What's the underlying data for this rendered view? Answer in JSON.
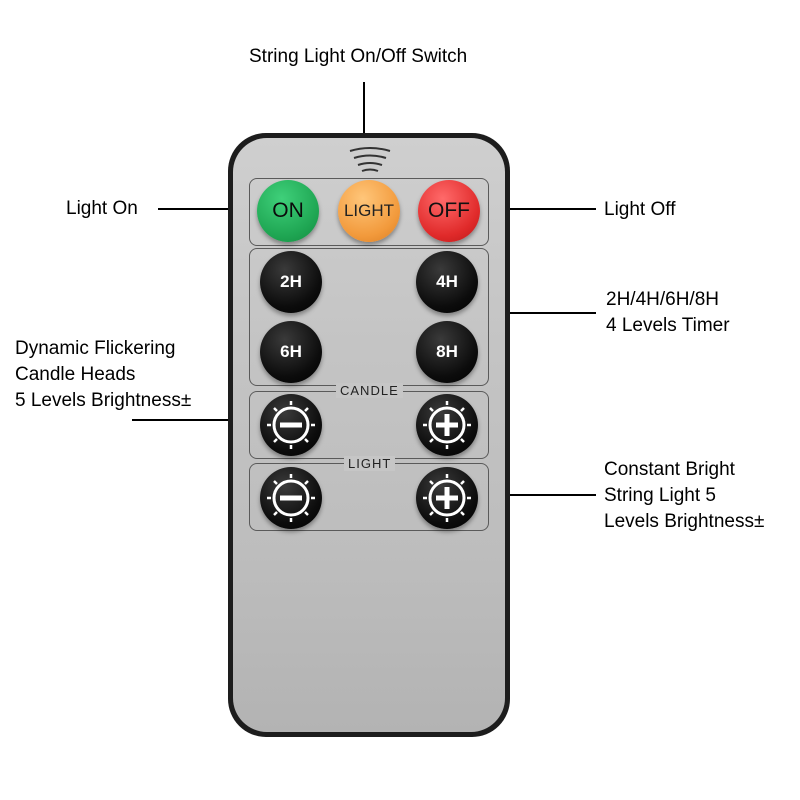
{
  "callouts": {
    "string_switch": "String Light On/Off Switch",
    "light_on": "Light On",
    "light_off": "Light Off",
    "timer_line1": "2H/4H/6H/8H",
    "timer_line2": "4 Levels Timer",
    "candle_line1": "Dynamic Flickering",
    "candle_line2": "Candle Heads",
    "candle_line3": "5 Levels Brightness±",
    "string_line1": "Constant Bright",
    "string_line2": "String Light 5",
    "string_line3": "Levels Brightness±"
  },
  "remote": {
    "buttons": {
      "on": "ON",
      "light": "LIGHT",
      "off": "OFF",
      "timer_2h": "2H",
      "timer_4h": "4H",
      "timer_6h": "6H",
      "timer_8h": "8H"
    },
    "panels": {
      "candle": "CANDLE",
      "light": "LIGHT"
    }
  },
  "icons": {
    "signal": "signal-waves-icon",
    "minus": "brightness-minus-icon",
    "plus": "brightness-plus-icon"
  },
  "colors": {
    "on": "#1fa653",
    "light": "#f29a3c",
    "off": "#e02a2a",
    "button": "#0c0c0c",
    "remote_body": "#c4c4c4"
  }
}
